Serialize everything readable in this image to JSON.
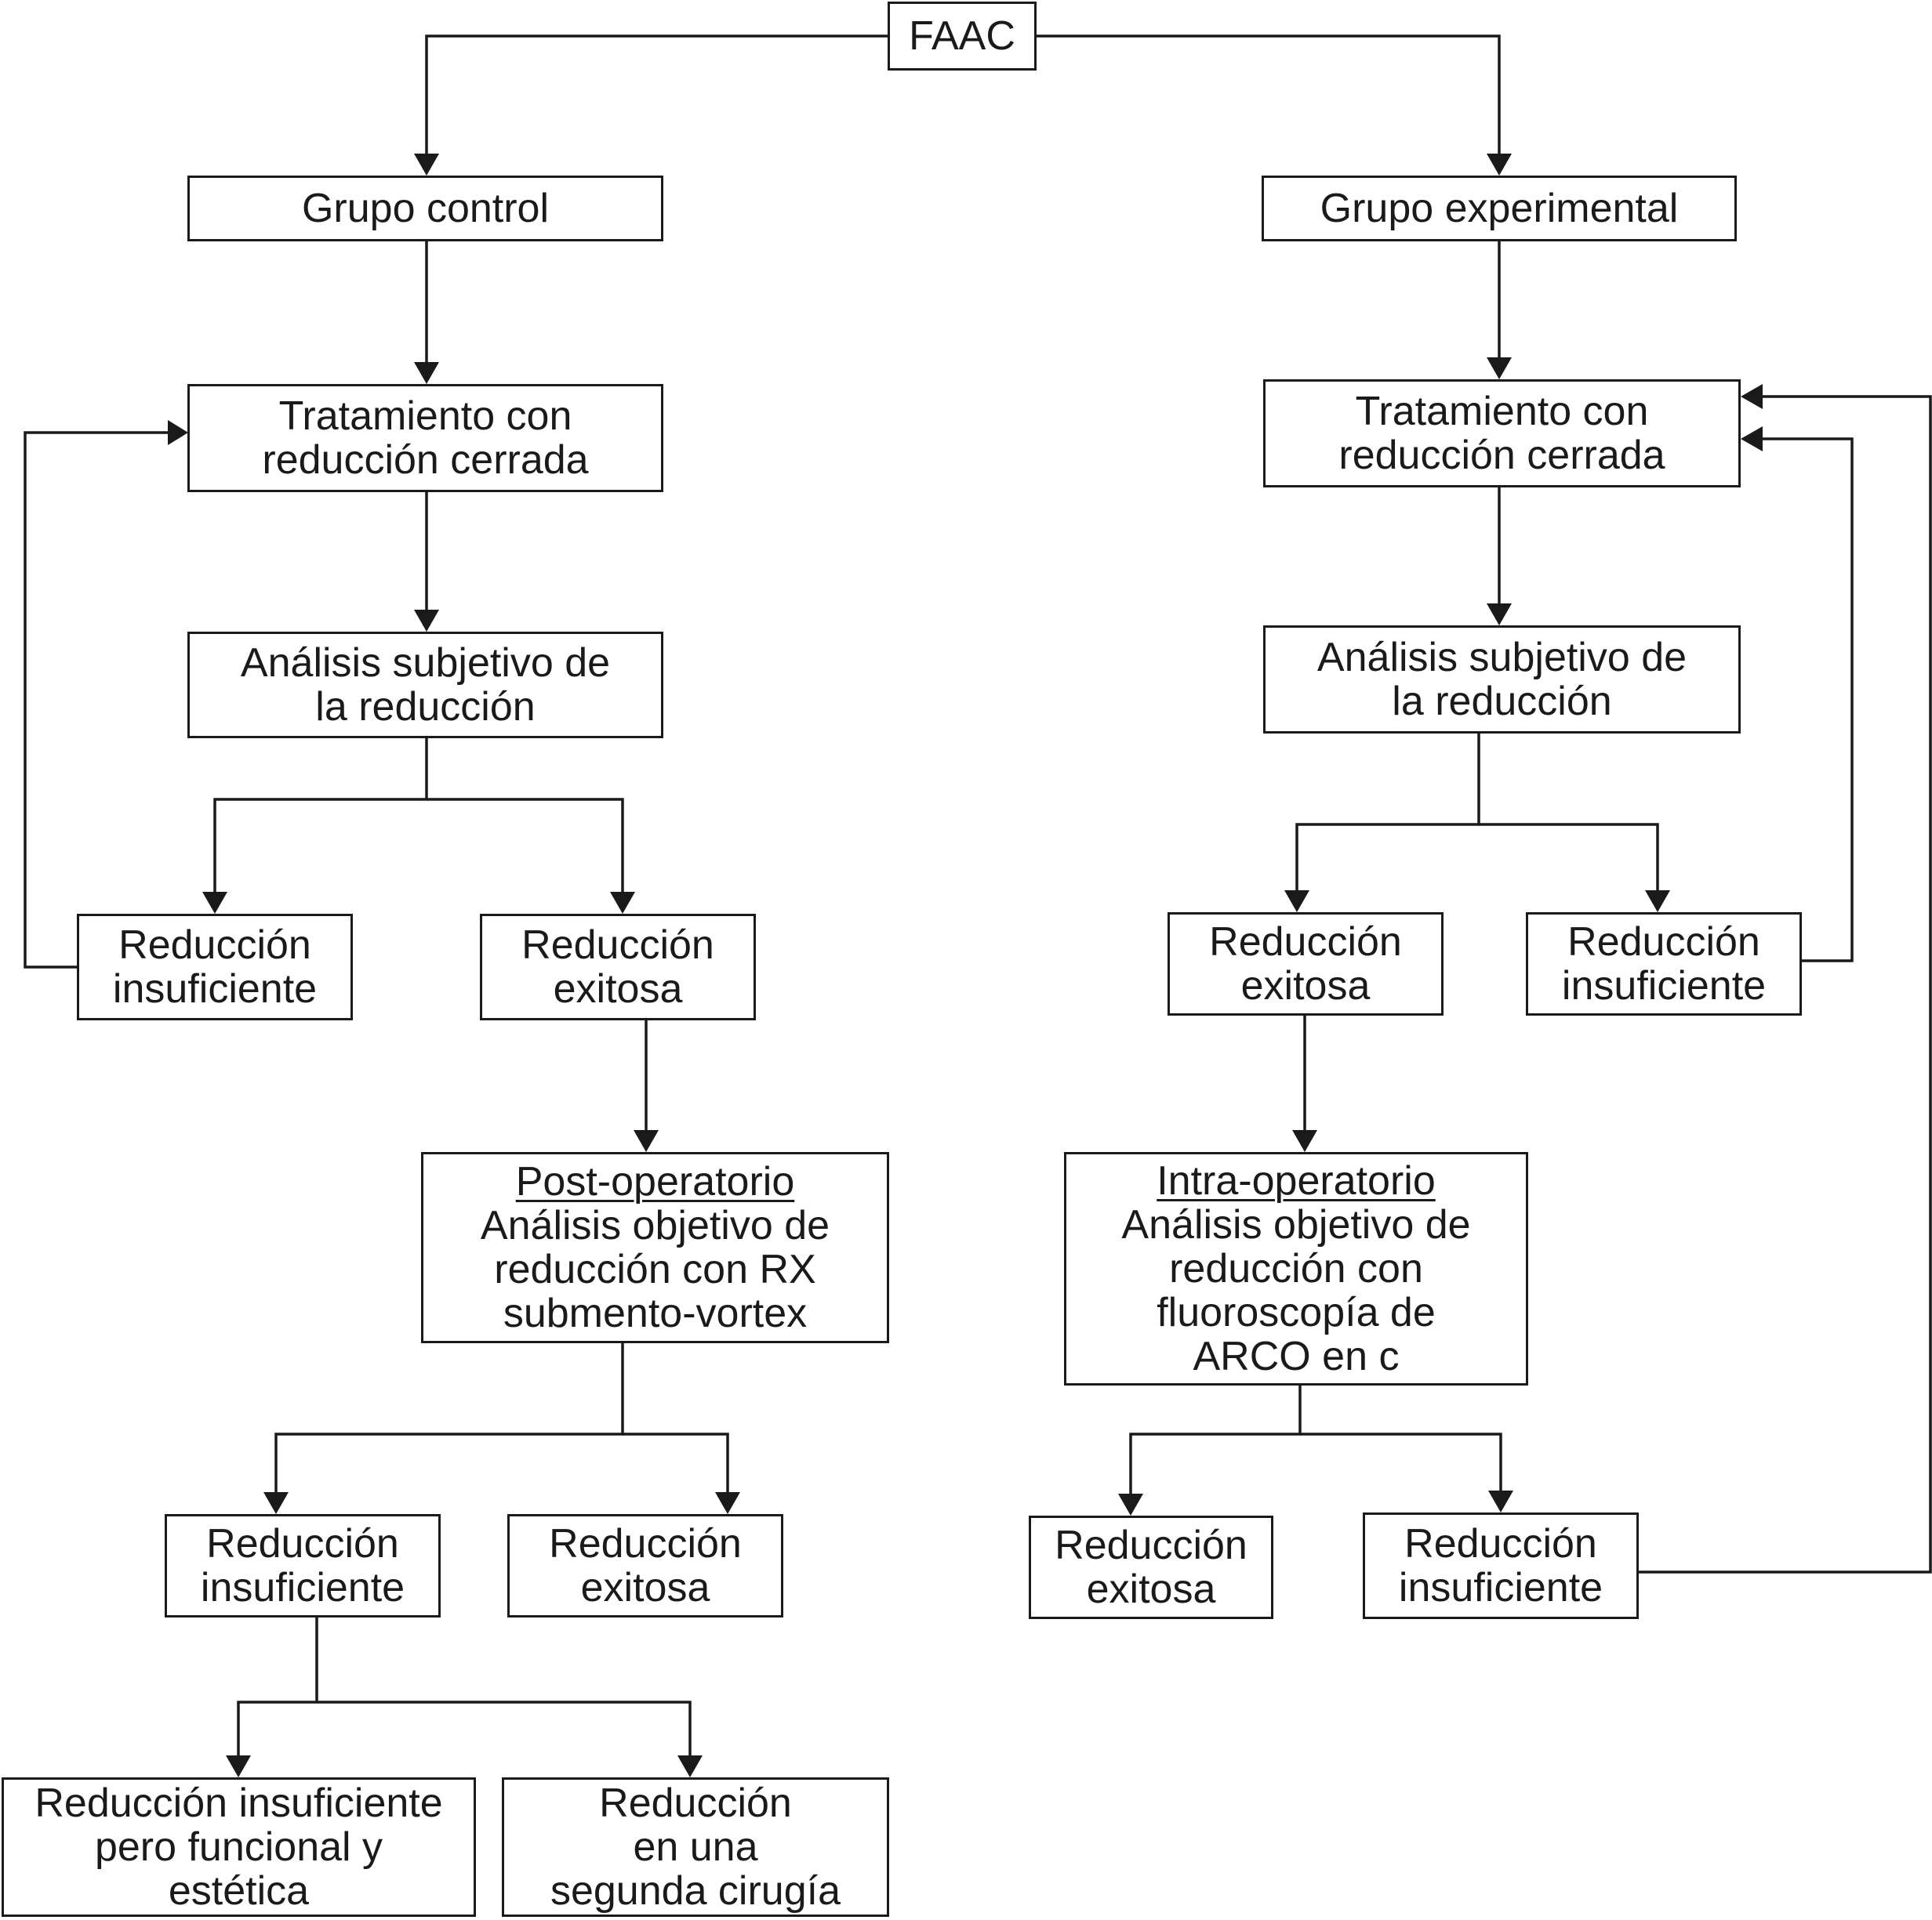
{
  "root": {
    "label": "FAAC"
  },
  "control": {
    "group": "Grupo control",
    "treatment": [
      "Tratamiento con",
      "reducción cerrada"
    ],
    "subjective": [
      "Análisis subjetivo de",
      "la reducción"
    ],
    "insufficient": [
      "Reducción",
      "insuficiente"
    ],
    "success": [
      "Reducción",
      "exitosa"
    ],
    "postop": {
      "title": "Post-operatorio",
      "lines": [
        "Análisis objetivo de",
        "reducción con RX",
        "submento-vortex"
      ]
    },
    "post_insufficient": [
      "Reducción",
      "insuficiente"
    ],
    "post_success": [
      "Reducción",
      "exitosa"
    ],
    "functional": [
      "Reducción insuficiente",
      "pero funcional y",
      "estética"
    ],
    "second_surgery": [
      "Reducción",
      "en una",
      "segunda cirugía"
    ]
  },
  "experimental": {
    "group": "Grupo experimental",
    "treatment": [
      "Tratamiento con",
      "reducción cerrada"
    ],
    "subjective": [
      "Análisis subjetivo de",
      "la reducción"
    ],
    "success": [
      "Reducción",
      "exitosa"
    ],
    "insufficient": [
      "Reducción",
      "insuficiente"
    ],
    "intraop": {
      "title": "Intra-operatorio",
      "lines": [
        "Análisis objetivo de",
        "reducción con",
        "fluoroscopía de",
        "ARCO en c"
      ]
    },
    "intra_success": [
      "Reducción",
      "exitosa"
    ],
    "intra_insufficient": [
      "Reducción",
      "insuficiente"
    ]
  },
  "colors": {
    "line": "#1a1a1a",
    "background": "#ffffff"
  }
}
